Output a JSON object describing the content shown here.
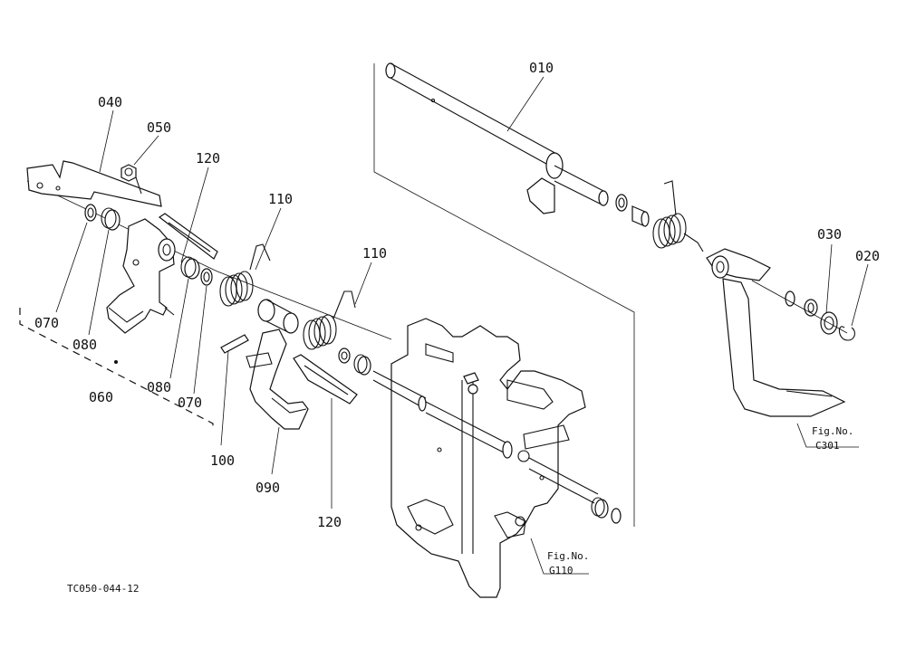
{
  "part_labels": {
    "p010": "010",
    "p020": "020",
    "p030": "030",
    "p040": "040",
    "p050": "050",
    "p060": "060",
    "p070a": "070",
    "p070b": "070",
    "p080a": "080",
    "p080b": "080",
    "p090": "090",
    "p100": "100",
    "p110a": "110",
    "p110b": "110",
    "p120a": "120",
    "p120b": "120"
  },
  "fig_refs": {
    "c301_title": "Fig.No.",
    "c301_code": "C301",
    "g110_title": "Fig.No.",
    "g110_code": "G110"
  },
  "drawing_code": "TC050-044-12"
}
